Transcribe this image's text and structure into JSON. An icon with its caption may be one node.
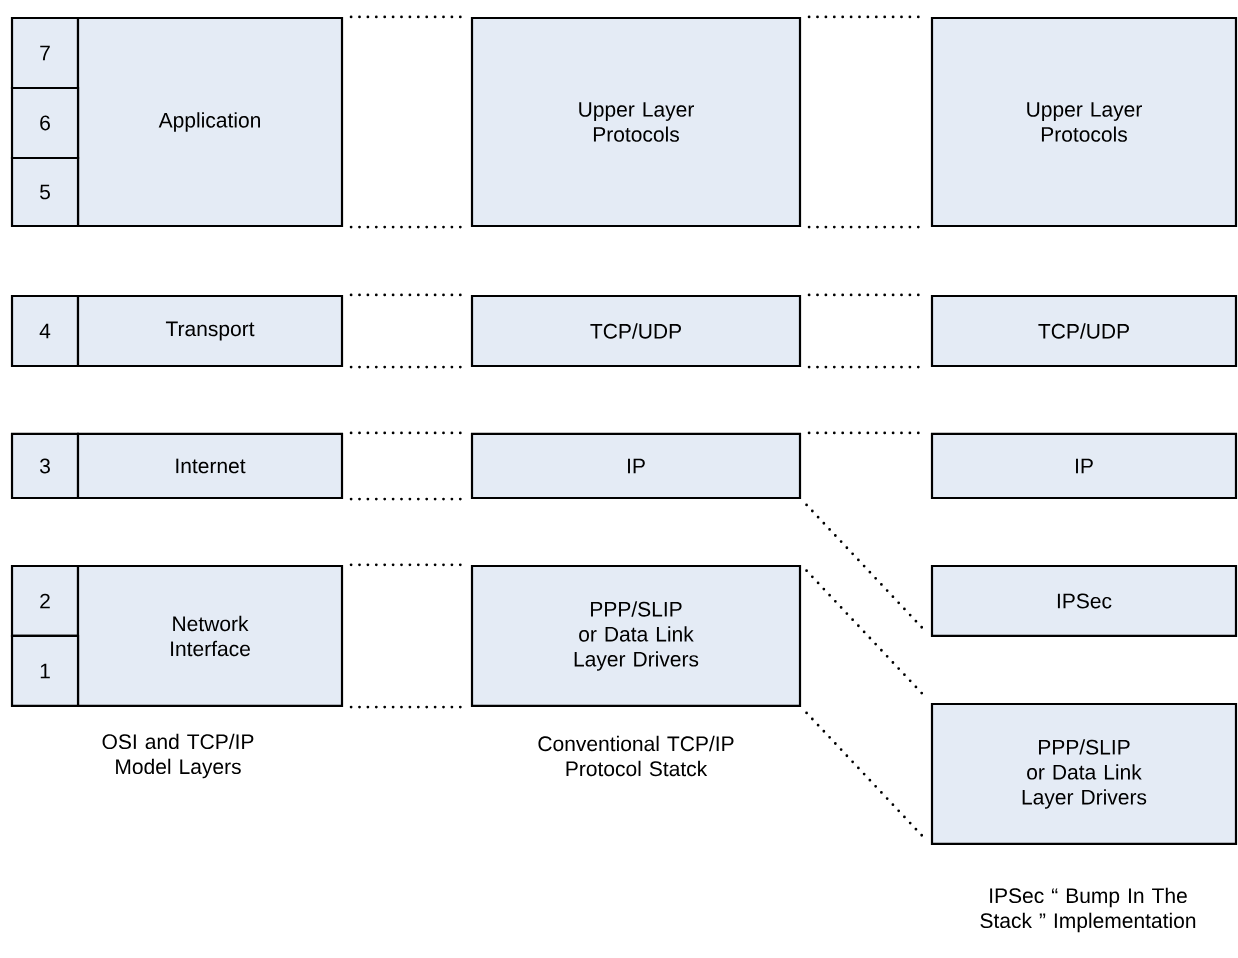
{
  "diagram": {
    "nodes": [
      {
        "text": [
          "7"
        ]
      },
      {
        "text": [
          "Application"
        ]
      },
      {
        "text": [
          "Upper Layer Protocols"
        ]
      },
      {
        "text": [
          "Upper Layer Protocols"
        ]
      },
      {
        "text": [
          "6"
        ]
      },
      {
        "text": [
          "5"
        ]
      },
      {
        "text": [
          "4"
        ]
      },
      {
        "text": [
          "Transport"
        ]
      },
      {
        "text": [
          "TCP/UDP"
        ]
      },
      {
        "text": [
          "TCP/UDP"
        ]
      },
      {
        "text": [
          "3"
        ]
      },
      {
        "text": [
          "Internet"
        ]
      },
      {
        "text": [
          "IP"
        ]
      },
      {
        "text": [
          "IP"
        ]
      },
      {
        "text": [
          "2"
        ]
      },
      {
        "text": [
          "Network Interface"
        ]
      },
      {
        "text": [
          "PPP/SLIP or Data Link Layer Drivers"
        ]
      },
      {
        "text": [
          "IPSec"
        ]
      },
      {
        "text": [
          "1"
        ]
      },
      {
        "text": [
          "PPP/SLIP or Data Link Layer Drivers"
        ]
      }
    ],
    "edges": [
      {
        "from": 1,
        "to": 2,
        "arrow": "none",
        "style": "dashed"
      },
      {
        "from": 1,
        "to": 2,
        "arrow": "none",
        "style": "dashed"
      },
      {
        "from": 2,
        "to": 3,
        "arrow": "none",
        "style": "dashed"
      },
      {
        "from": 2,
        "to": 3,
        "arrow": "none",
        "style": "dashed"
      },
      {
        "from": 7,
        "to": 8,
        "arrow": "none",
        "style": "dashed"
      },
      {
        "from": 7,
        "to": 8,
        "arrow": "none",
        "style": "dashed"
      },
      {
        "from": 8,
        "to": 9,
        "arrow": "none",
        "style": "dashed"
      },
      {
        "from": 8,
        "to": 9,
        "arrow": "none",
        "style": "dashed"
      },
      {
        "from": 11,
        "to": 12,
        "arrow": "none",
        "style": "dashed"
      },
      {
        "from": 11,
        "to": 12,
        "arrow": "none",
        "style": "dashed"
      },
      {
        "from": 12,
        "to": 13,
        "arrow": "none",
        "style": "dashed"
      },
      {
        "from": 12,
        "to": 17,
        "arrow": "none",
        "style": "dashed"
      },
      {
        "from": 15,
        "to": 16,
        "arrow": "none",
        "style": "dashed"
      },
      {
        "from": 15,
        "to": 16,
        "arrow": "none",
        "style": "dashed"
      },
      {
        "from": 16,
        "to": 19,
        "arrow": "none",
        "style": "dashed"
      },
      {
        "from": 16,
        "to": 19,
        "arrow": "none",
        "style": "dashed"
      }
    ],
    "labels": [
      "OSI and TCP/IP Model Layers",
      "Conventional TCP/IP Protocol Statck",
      "IPSec “ Bump In The Stack ” Implementation"
    ]
  }
}
